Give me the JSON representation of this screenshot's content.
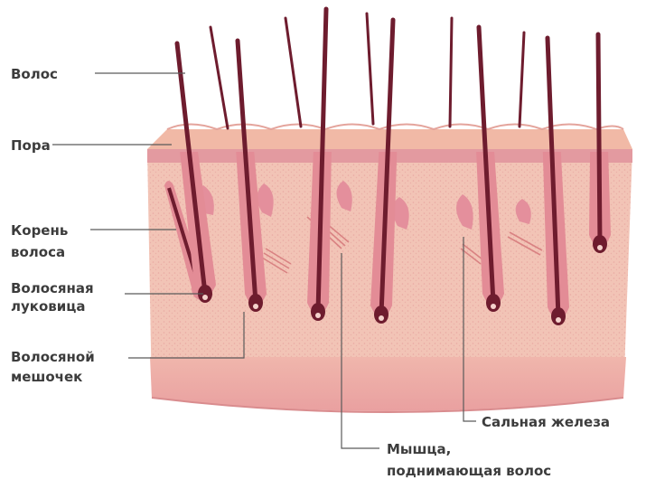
{
  "labels": {
    "hair": "Волос",
    "pore": "Пора",
    "root_line1": "Корень",
    "root_line2": "волоса",
    "bulb_line1": "Волосяная",
    "bulb_line2": "луковица",
    "follicle_line1": "Волосяной",
    "follicle_line2": "мешочек",
    "sebaceous": "Сальная железа",
    "muscle_line1": "Мышца,",
    "muscle_line2": "поднимающая волос"
  },
  "colors": {
    "skin_top": "#e9a7a5",
    "skin_dermis": "#f2c2b4",
    "skin_deep": "#eeaaa6",
    "follicle": "#e38c96",
    "hair_shaft": "#6e1c2e",
    "text": "#3c3c3c"
  }
}
